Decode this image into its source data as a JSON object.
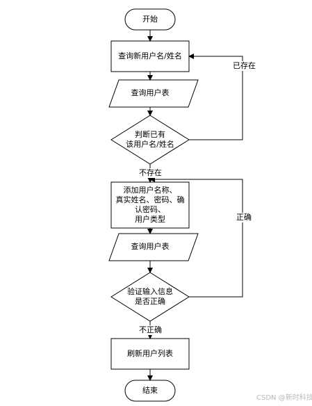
{
  "diagram": {
    "type": "flowchart",
    "nodes": {
      "start": "开始",
      "query_name": "查询新用户名/姓名",
      "query_table_1": "查询用户表",
      "check_exists": "判断已有\n该用户名/姓名",
      "add_user": "添加用户名称、\n真实姓名、密码、确\n认密码、\n用户类型",
      "query_table_2": "查询用户表",
      "validate": "验证输入信息\n是否正确",
      "refresh": "刷新用户列表",
      "end": "结束"
    },
    "edge_labels": {
      "exists": "已存在",
      "not_exists": "不存在",
      "correct": "正确",
      "incorrect": "不正确"
    }
  },
  "watermark": "CSDN @新时科技"
}
